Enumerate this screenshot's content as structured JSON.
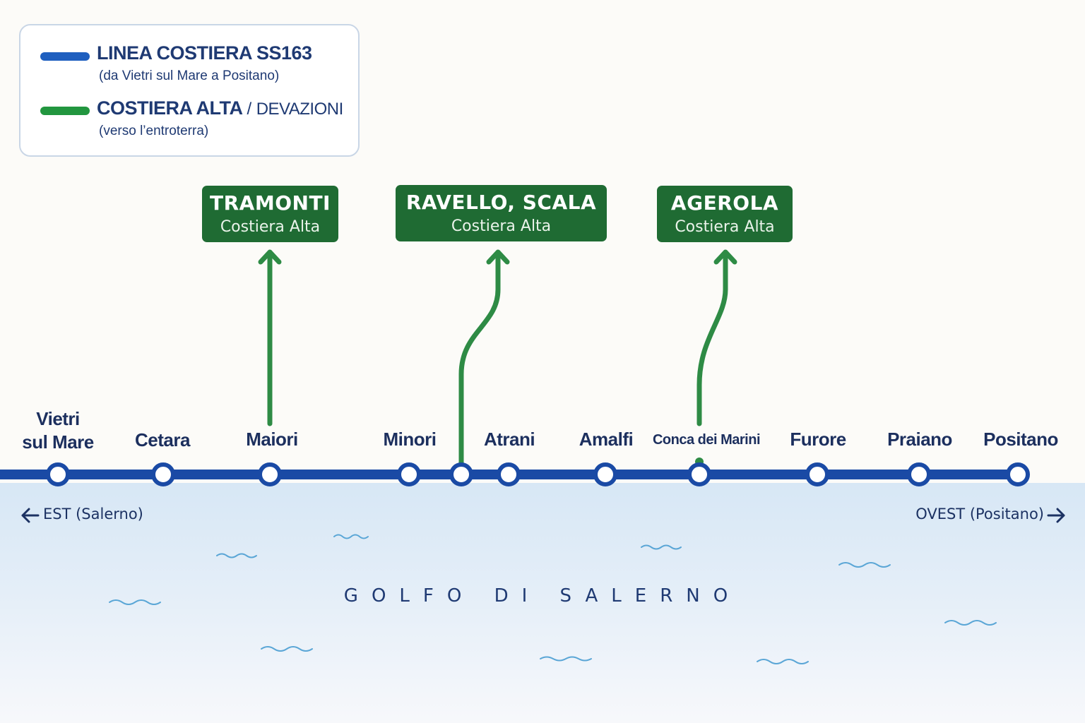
{
  "legend": {
    "main": {
      "title": "LINEA COSTIERA SS163",
      "subtitle": "(da Vietri sul Mare a Positano)",
      "color": "#1f5fbf"
    },
    "branch": {
      "title": "COSTIERA ALTA",
      "separator": "/",
      "suffix": "DEVAZIONI",
      "subtitle": "(verso l’entroterra)",
      "color": "#22963f"
    }
  },
  "stops": [
    {
      "id": "vietri",
      "name": "Vietri sul Mare",
      "lines": [
        "Vietri",
        "sul Mare"
      ]
    },
    {
      "id": "cetara",
      "name": "Cetara"
    },
    {
      "id": "maiori",
      "name": "Maiori"
    },
    {
      "id": "minori",
      "name": "Minori"
    },
    {
      "id": "junction-ravello",
      "name": ""
    },
    {
      "id": "atrani",
      "name": "Atrani"
    },
    {
      "id": "amalfi",
      "name": "Amalfi"
    },
    {
      "id": "conca",
      "name": "Conca dei Marini"
    },
    {
      "id": "furore",
      "name": "Furore"
    },
    {
      "id": "praiano",
      "name": "Praiano"
    },
    {
      "id": "positano",
      "name": "Positano"
    }
  ],
  "branches": [
    {
      "id": "tramonti",
      "name": "TRAMONTI",
      "subtitle": "Costiera Alta",
      "from_stop": "maiori"
    },
    {
      "id": "ravello",
      "name": "RAVELLO, SCALA",
      "subtitle": "Costiera Alta",
      "from_stop": "junction-ravello"
    },
    {
      "id": "agerola",
      "name": "AGEROLA",
      "subtitle": "Costiera Alta",
      "from_stop": "conca"
    }
  ],
  "directions": {
    "east": "EST (Salerno)",
    "west": "OVEST (Positano)"
  },
  "sea_label": "GOLFO DI SALERNO",
  "colors": {
    "main_line": "#1a4aa5",
    "branch_line": "#2e8b45",
    "sign_bg": "#1f6b33",
    "text": "#1c2f5e"
  }
}
